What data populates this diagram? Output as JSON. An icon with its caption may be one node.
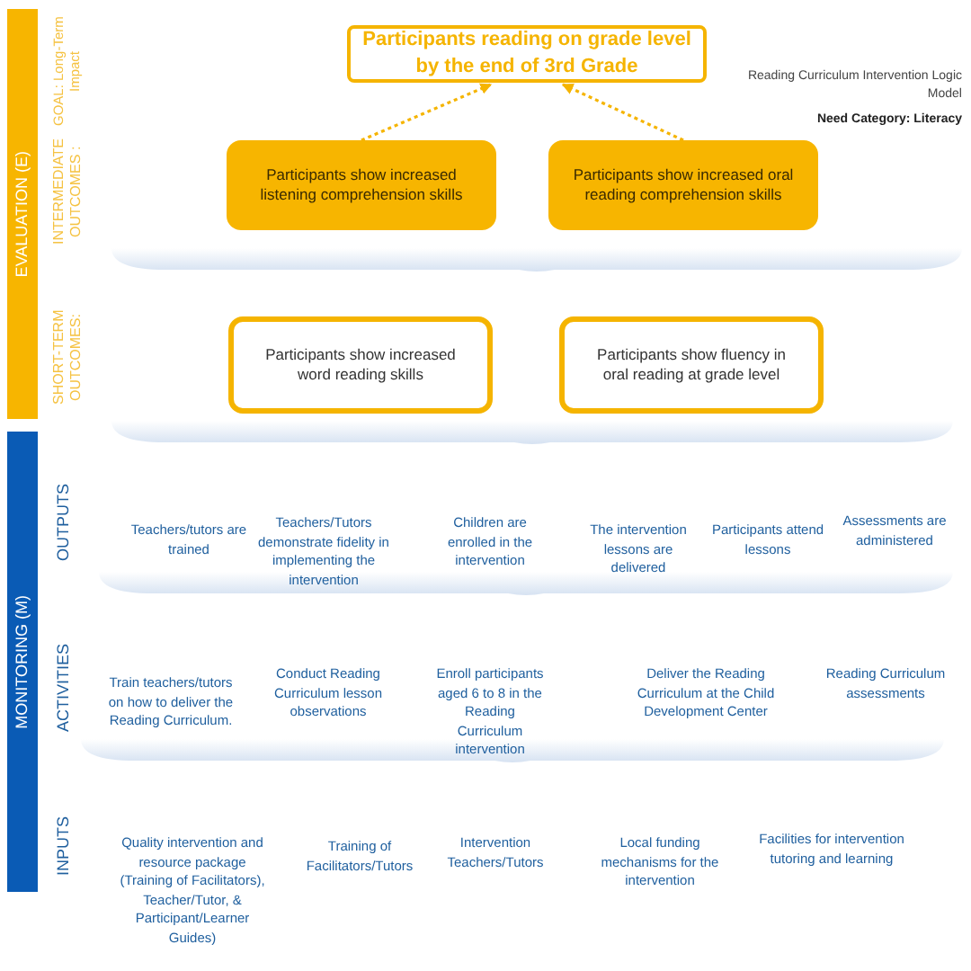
{
  "diagram": {
    "nodes": [
      {
        "text": [
          "Participants reading on grade level by the end of 3rd Grade"
        ]
      },
      {
        "text": [
          "Participants show increased listening comprehension skills"
        ]
      },
      {
        "text": [
          "Participants show increased oral reading comprehension skills"
        ]
      },
      {
        "text": [
          "Participants show increased word reading skills"
        ]
      },
      {
        "text": [
          "Participants show fluency in oral reading at grade level"
        ]
      },
      {
        "text": [
          "EVALUATION (E)"
        ]
      },
      {
        "text": [
          "MONITORING (M)"
        ]
      }
    ],
    "edges": [
      {
        "from": 1,
        "to": 0,
        "arrow": "to",
        "style": "dashed"
      },
      {
        "from": 2,
        "to": 0,
        "arrow": "to",
        "style": "dashed"
      }
    ],
    "labels": [
      "GOAL: Long-Term Impact",
      "Reading Curriculum Intervention Logic Model",
      "Need Category: Literacy",
      "INTERMEDIATE OUTCOMES :",
      "SHORT-TERM OUTCOMES:",
      "OUTPUTS",
      "Teachers/tutors are trained",
      "Teachers/Tutors demonstrate fidelity in implementing the intervention",
      "Children are enrolled in the intervention",
      "The intervention lessons are delivered",
      "Participants attend lessons",
      "Assessments are administered",
      "ACTIVITIES",
      "Train teachers/tutors on how to deliver the Reading Curriculum.",
      "Conduct Reading Curriculum lesson observations",
      "Enroll participants aged 6 to 8 in the Reading Curriculum intervention",
      "Deliver the Reading Curriculum at the Child Development Center",
      "Reading Curriculum assessments",
      "INPUTS",
      "Quality intervention and resource package (Training of Facilitators), Teacher/Tutor, & Participant/Learner Guides)",
      "Training of Facilitators/Tutors",
      "Intervention Teachers/Tutors",
      "Local funding mechanisms for the intervention",
      "Facilities for intervention tutoring and learning"
    ]
  }
}
